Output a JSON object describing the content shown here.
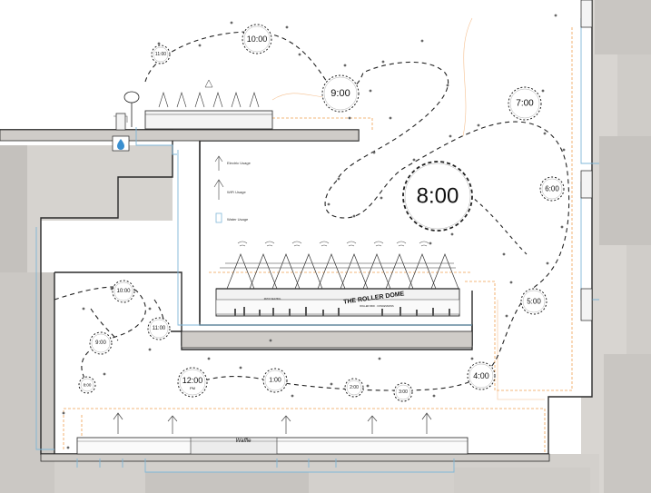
{
  "legend": {
    "electric": "Electric Usage",
    "wifi": "WiFi Usage",
    "water": "Water Usage"
  },
  "buildings": {
    "dome_title": "THE ROLLER DOME",
    "dome_small_left": "PATIO SEATING",
    "dome_small_right": "ROLLER RINK · CONCESSIONS",
    "waffle_sign": "Waffle"
  },
  "clocks": [
    {
      "id": "clock-1000-top",
      "label": "10:00"
    },
    {
      "id": "clock-1100-top",
      "label": "11:00"
    },
    {
      "id": "clock-900-top",
      "label": "9:00"
    },
    {
      "id": "clock-800-main",
      "label": "8:00"
    },
    {
      "id": "clock-700",
      "label": "7:00"
    },
    {
      "id": "clock-600",
      "label": "6:00"
    },
    {
      "id": "clock-500",
      "label": "5:00"
    },
    {
      "id": "clock-400",
      "label": "4:00"
    },
    {
      "id": "clock-300",
      "label": "3:00"
    },
    {
      "id": "clock-200",
      "label": "2:00"
    },
    {
      "id": "clock-100",
      "label": "1:00"
    },
    {
      "id": "clock-1200",
      "label": "12:00",
      "sub": "PM"
    },
    {
      "id": "clock-1000-low",
      "label": "10:00"
    },
    {
      "id": "clock-1100-low",
      "label": "11:00"
    },
    {
      "id": "clock-900-low",
      "label": "9:00"
    },
    {
      "id": "clock-800-low",
      "label": "8:00"
    }
  ],
  "colors": {
    "ground": "#ffffff",
    "context_gray": "#d6d3cf",
    "context_dark": "#c4c0bb",
    "wall": "#2a2a2a",
    "water_line": "#7fb7d8",
    "electric_line": "#f0a050",
    "path_dash": "#222222",
    "water_icon": "#3a8fd0"
  }
}
